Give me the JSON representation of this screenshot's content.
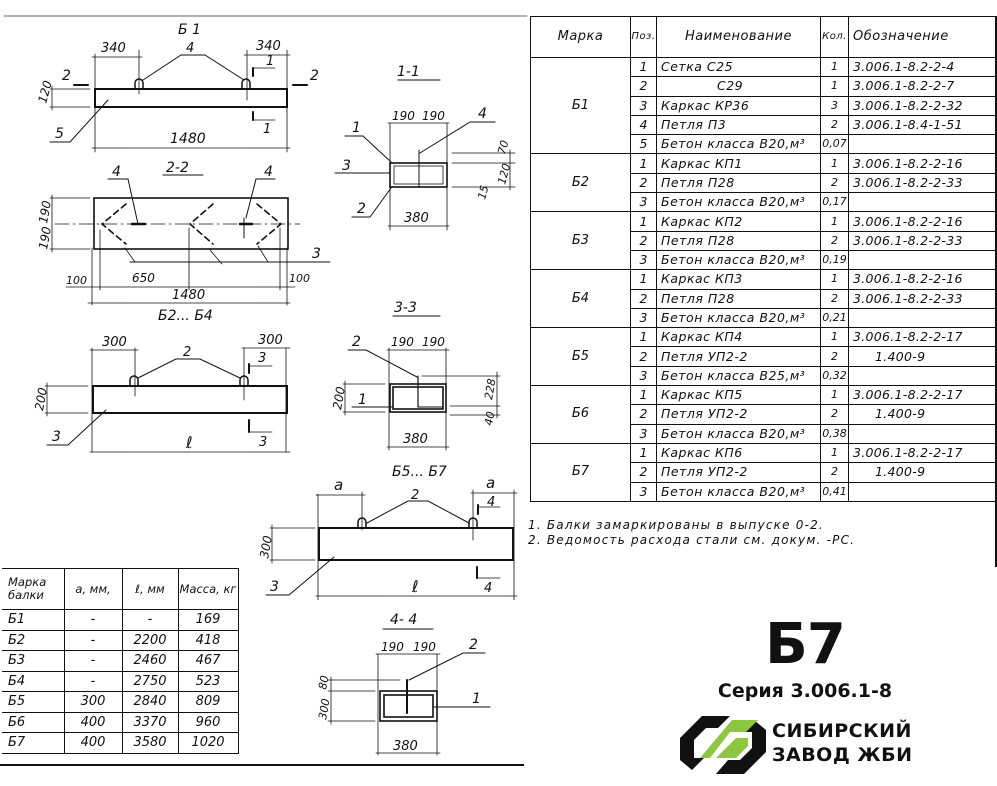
{
  "drawings": {
    "b1": {
      "title": "Б 1",
      "dim_left": "340",
      "dim_right": "340",
      "dim_height": "120",
      "dim_length": "1480",
      "leader_loop": "4",
      "leader_body": "5",
      "section_2_left": "2",
      "section_2_right": "2",
      "section_1_top": "1",
      "section_1_bottom": "1"
    },
    "section_2_2": {
      "title": "2-2",
      "leader_left": "4",
      "leader_right": "4",
      "leader_frame": "3",
      "dim_h1": "190",
      "dim_h2": "190",
      "dim_left_edge": "100",
      "dim_mid": "650",
      "dim_right_edge": "100",
      "dim_total": "1480"
    },
    "section_1_1": {
      "title": "1-1",
      "dim_w1": "190",
      "dim_w2": "190",
      "dim_width": "380",
      "dim_top": "70",
      "dim_height": "120",
      "dim_bottom": "15",
      "leader_1": "1",
      "leader_2": "2",
      "leader_3": "3",
      "leader_4": "4"
    },
    "b2_b4": {
      "title": "Б2... Б4",
      "dim_left": "300",
      "dim_right": "300",
      "dim_height": "200",
      "dim_length": "ℓ",
      "leader_loop": "2",
      "leader_body": "3",
      "section_top": "3",
      "section_bottom": "3"
    },
    "section_3_3": {
      "title": "3-3",
      "dim_w1": "190",
      "dim_w2": "190",
      "dim_width": "380",
      "dim_height": "200",
      "dim_upper": "228",
      "dim_lower": "40",
      "leader_1": "1",
      "leader_2": "2"
    },
    "b5_b7": {
      "title": "Б5... Б7",
      "dim_left": "a",
      "dim_right": "a",
      "dim_height": "300",
      "dim_length": "ℓ",
      "leader_loop": "2",
      "leader_body": "3",
      "section_top": "4",
      "section_bottom": "4"
    },
    "section_4_4": {
      "title": "4- 4",
      "dim_w1": "190",
      "dim_w2": "190",
      "dim_width": "380",
      "dim_height": "300",
      "dim_top": "80",
      "leader_1": "1",
      "leader_2": "2"
    }
  },
  "spec_table": {
    "headers": [
      "Марка",
      "Поз.",
      "Наименование",
      "Кол.",
      "Обозначение"
    ],
    "groups": [
      {
        "mark": "Б1",
        "rows": [
          {
            "pos": "1",
            "name": "Сетка  С25",
            "qty": "1",
            "code": "3.006.1-8.2-2-4"
          },
          {
            "pos": "2",
            "name": "С29",
            "qty": "1",
            "code": "3.006.1-8.2-2-7"
          },
          {
            "pos": "3",
            "name": "Каркас  КР36",
            "qty": "3",
            "code": "3.006.1-8.2-2-32"
          },
          {
            "pos": "4",
            "name": "Петля  П3",
            "qty": "2",
            "code": "3.006.1-8.4-1-51"
          },
          {
            "pos": "5",
            "name": "Бетон класса В20,м³",
            "qty": "0,07",
            "code": ""
          }
        ]
      },
      {
        "mark": "Б2",
        "rows": [
          {
            "pos": "1",
            "name": "Каркас  КП1",
            "qty": "1",
            "code": "3.006.1-8.2-2-16"
          },
          {
            "pos": "2",
            "name": "Петля  П28",
            "qty": "2",
            "code": "3.006.1-8.2-2-33"
          },
          {
            "pos": "3",
            "name": "Бетон класса В20,м³",
            "qty": "0,17",
            "code": ""
          }
        ]
      },
      {
        "mark": "Б3",
        "rows": [
          {
            "pos": "1",
            "name": "Каркас  КП2",
            "qty": "1",
            "code": "3.006.1-8.2-2-16"
          },
          {
            "pos": "2",
            "name": "Петля  П28",
            "qty": "2",
            "code": "3.006.1-8.2-2-33"
          },
          {
            "pos": "3",
            "name": "Бетон класса В20,м³",
            "qty": "0,19",
            "code": ""
          }
        ]
      },
      {
        "mark": "Б4",
        "rows": [
          {
            "pos": "1",
            "name": "Каркас  КП3",
            "qty": "1",
            "code": "3.006.1-8.2-2-16"
          },
          {
            "pos": "2",
            "name": "Петля  П28",
            "qty": "2",
            "code": "3.006.1-8.2-2-33"
          },
          {
            "pos": "3",
            "name": "Бетон класса В20,м³",
            "qty": "0,21",
            "code": ""
          }
        ]
      },
      {
        "mark": "Б5",
        "rows": [
          {
            "pos": "1",
            "name": "Каркас  КП4",
            "qty": "1",
            "code": "3.006.1-8.2-2-17"
          },
          {
            "pos": "2",
            "name": "Петля  УП2-2",
            "qty": "2",
            "code": "1.400-9"
          },
          {
            "pos": "3",
            "name": "Бетон класса В25,м³",
            "qty": "0,32",
            "code": ""
          }
        ]
      },
      {
        "mark": "Б6",
        "rows": [
          {
            "pos": "1",
            "name": "Каркас  КП5",
            "qty": "1",
            "code": "3.006.1-8.2-2-17"
          },
          {
            "pos": "2",
            "name": "Петля  УП2-2",
            "qty": "2",
            "code": "1.400-9"
          },
          {
            "pos": "3",
            "name": "Бетон класса В20,м³",
            "qty": "0,38",
            "code": ""
          }
        ]
      },
      {
        "mark": "Б7",
        "rows": [
          {
            "pos": "1",
            "name": "Каркас  КП6",
            "qty": "1",
            "code": "3.006.1-8.2-2-17"
          },
          {
            "pos": "2",
            "name": "Петля  УП2-2",
            "qty": "2",
            "code": "1.400-9"
          },
          {
            "pos": "3",
            "name": "Бетон класса В20,м³",
            "qty": "0,41",
            "code": ""
          }
        ]
      }
    ]
  },
  "notes": [
    "1. Балки замаркированы в выпуске 0-2.",
    "2. Ведомость расхода стали см. докум. -РС."
  ],
  "mass_table": {
    "headers": [
      "Марка балки",
      "a, мм,",
      "ℓ, мм",
      "Масса, кг"
    ],
    "rows": [
      [
        "Б1",
        "-",
        "-",
        "169"
      ],
      [
        "Б2",
        "-",
        "2200",
        "418"
      ],
      [
        "Б3",
        "-",
        "2460",
        "467"
      ],
      [
        "Б4",
        "-",
        "2750",
        "523"
      ],
      [
        "Б5",
        "300",
        "2840",
        "809"
      ],
      [
        "Б6",
        "400",
        "3370",
        "960"
      ],
      [
        "Б7",
        "400",
        "3580",
        "1020"
      ]
    ]
  },
  "brand": {
    "product": "Б7",
    "series": "Серия 3.006.1-8",
    "company_line1": "СИБИРСКИЙ",
    "company_line2": "ЗАВОД ЖБИ",
    "logo_icon": "sibirsky-zavod-logo-icon",
    "colors": {
      "green": "#8dc63f",
      "black": "#111111"
    }
  }
}
